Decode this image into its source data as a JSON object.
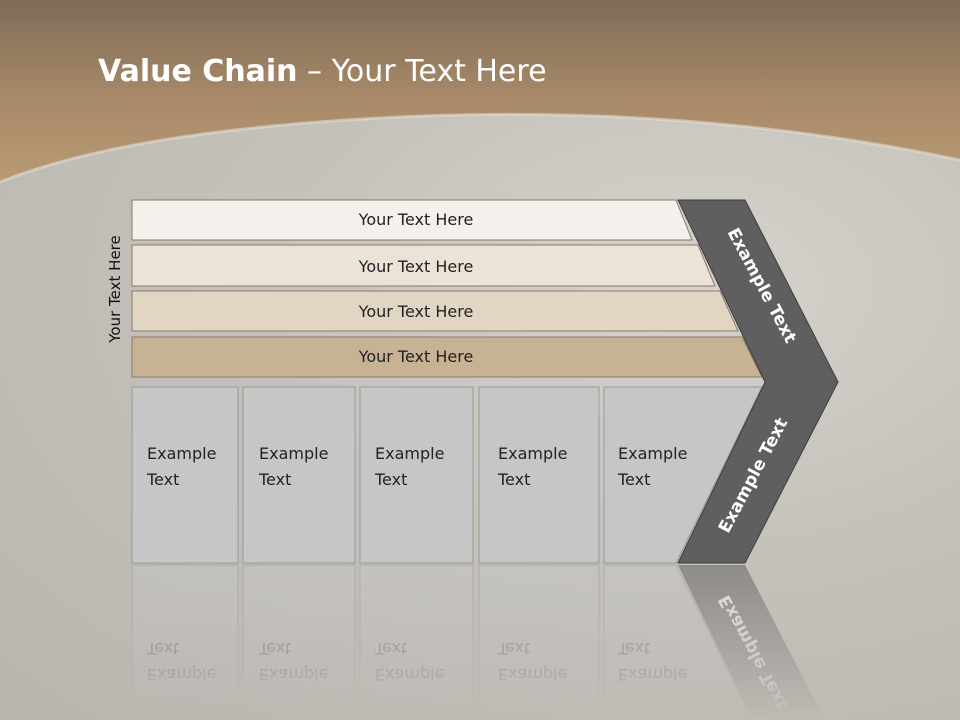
{
  "slide": {
    "title_bold": "Value Chain",
    "title_rest": " – Your Text Here",
    "side_label": "Your Text Here"
  },
  "support_bars": [
    "Your Text Here",
    "Your Text Here",
    "Your Text Here",
    "Your Text Here"
  ],
  "primary_boxes": [
    {
      "line1": "Example",
      "line2": "Text"
    },
    {
      "line1": "Example",
      "line2": "Text"
    },
    {
      "line1": "Example",
      "line2": "Text"
    },
    {
      "line1": "Example",
      "line2": "Text"
    },
    {
      "line1": "Example",
      "line2": "Text"
    }
  ],
  "chevron": {
    "upper": "Example Text",
    "lower": "Example Text"
  },
  "colors": {
    "bar_fills": [
      "#f4f1ec",
      "#ebe3d8",
      "#e1d5c4",
      "#c8b294"
    ],
    "box_fill": "#c6c6c6",
    "chevron_fill": "#5f5f5f",
    "header_brown": "#a88a68"
  }
}
